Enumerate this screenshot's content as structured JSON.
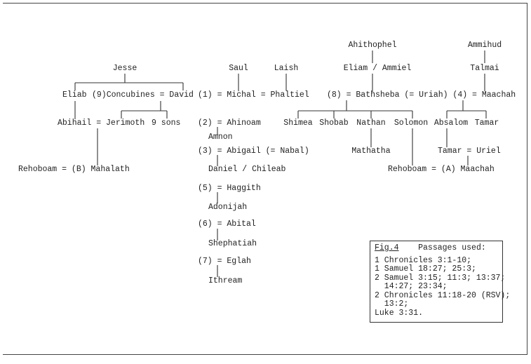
{
  "people": {
    "jesse": "Jesse",
    "saul": "Saul",
    "laish": "Laish",
    "ahithophel": "Ahithophel",
    "eliam": "Eliam / Ammiel",
    "ammihud": "Ammihud",
    "talmai": "Talmai",
    "eliab": "Eliab",
    "david_line": "(9)Concubines = David",
    "michal_line": "(1) = Michal = Phaltiel",
    "bathsheba_line": "(8) = Bathsheba (= Uriah) (4) = Maachah",
    "abihail_line": "Abihail = Jerimoth",
    "nine_sons": "9 sons",
    "ahinoam": "(2) = Ahinoam",
    "amnon": "Amnon",
    "shimea": "Shimea",
    "shobab": "Shobab",
    "nathan": "Nathan",
    "solomon": "Solomon",
    "absalom": "Absalom",
    "tamar": "Tamar",
    "abigail": "(3) = Abigail (= Nabal)",
    "mathatha": "Mathatha",
    "tamar_uriel": "Tamar = Uriel",
    "rehoboam_b": "Rehoboam = (B) Mahalath",
    "daniel": "Daniel / Chileab",
    "rehoboam_a": "Rehoboam = (A) Maachah",
    "haggith": "(5) = Haggith",
    "adonijah": "Adonijah",
    "abital": "(6) = Abital",
    "shephatiah": "Shephatiah",
    "eglah": "(7) = Eglah",
    "ithream": "Ithream"
  },
  "legend": {
    "fig": "Fig.4",
    "title": "Passages used:",
    "lines": [
      "1 Chronicles 3:1-10;",
      "1 Samuel 18:27; 25:3;",
      "2 Samuel 3:15; 11:3; 13:37;",
      "  14:27; 23:34;",
      "2 Chronicles 11:18-20 (RSV);",
      "  13:2;",
      "Luke 3:31."
    ]
  }
}
